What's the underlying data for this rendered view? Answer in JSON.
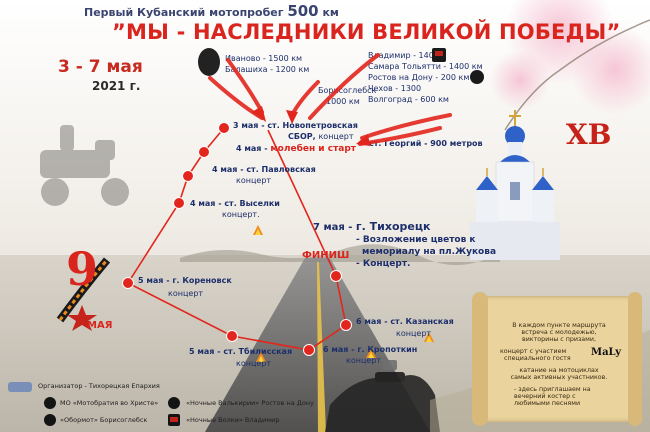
{
  "header": {
    "line1_prefix": "Первый Кубанский мотопробег ",
    "distance": "500",
    "distance_unit": " км",
    "title": "”МЫ - НАСЛЕДНИКИ ВЕЛИКОЙ ПОБЕДЫ”",
    "dates": "3 - 7 мая",
    "year": "2021 г."
  },
  "cities": {
    "ivanovo": "Иваново - 1500 км",
    "balashikha": "Балашиха - 1200 км",
    "vladimir": "Владимир - 1400",
    "samara": "Самара Тольятти - 1400 км",
    "rostov": "Ростов на Дону - 200 км",
    "chekhov": "Чехов - 1300",
    "volgograd": "Волгоград - 600 км",
    "borisoglebsk_name": "Борисоглебск",
    "borisoglebsk_km": "1000 км",
    "georgiy": "ст. Георгий - 900 метров"
  },
  "route": {
    "day1_place": "3 мая - ст. Новопетровская",
    "day1_sbor": "СБОР,",
    "day1_note": "концерт",
    "day1_extra_date": "4 мая - ",
    "day1_extra": "молебен и старт",
    "pavlovskaya_place": "4 мая - ст. Павловская",
    "pavlovskaya_note": "концерт",
    "vyselki_place": "4 мая - ст. Выселки",
    "vyselki_note": "концерт.",
    "korenovsk_place": "5 мая - г. Кореновск",
    "korenovsk_note": "концерт",
    "tbilisskaya_place": "5 мая - ст. Тбилисская",
    "tbilisskaya_note": "концерт",
    "kropotkin_place": "6 мая - г. Кропоткин",
    "kropotkin_note": "концерт",
    "kazanskaya_place": "6 мая - ст. Казанская",
    "kazanskaya_note": "концерт",
    "finish": "ФИНИШ",
    "final_date": "7 мая - ",
    "final_city": "г. Тихорецк",
    "final_items": [
      "- Возложение цветов к",
      "мемориалу на пл.Жукова",
      "- Концерт."
    ]
  },
  "badges": {
    "xv": "ХВ",
    "may9_number": "9",
    "may9_word": "МАЯ",
    "maly": "MaLy"
  },
  "scroll": {
    "lines": [
      "В каждом пункте маршрута",
      "встреча с молодежью,",
      "викторины с призами,",
      "",
      "концерт с участием",
      "специального гостя",
      "",
      "катание на мотоциклах",
      "самых активных участников.",
      "",
      "- здесь приглашаем на",
      "вечерний костер с",
      "любимыми песнями"
    ]
  },
  "legend": {
    "organizer": "Организатор - Тихорецкая Епархия",
    "mo_name": "МО «Мотобратия во Христе»",
    "night_wolves_rostov": "«Ночные Валькирии»   Ростов на Дону",
    "oborot": "«Обормот»   Борисоглебск",
    "night_wolves_vladimir": "«Ночные Волки»   Владимир"
  },
  "colors": {
    "title_red": "#d9251d",
    "route_red": "#e3261d",
    "navy_text": "#1d2f6b",
    "church_blue": "#2f62c8",
    "scroll_tan": "#e9cf96"
  }
}
